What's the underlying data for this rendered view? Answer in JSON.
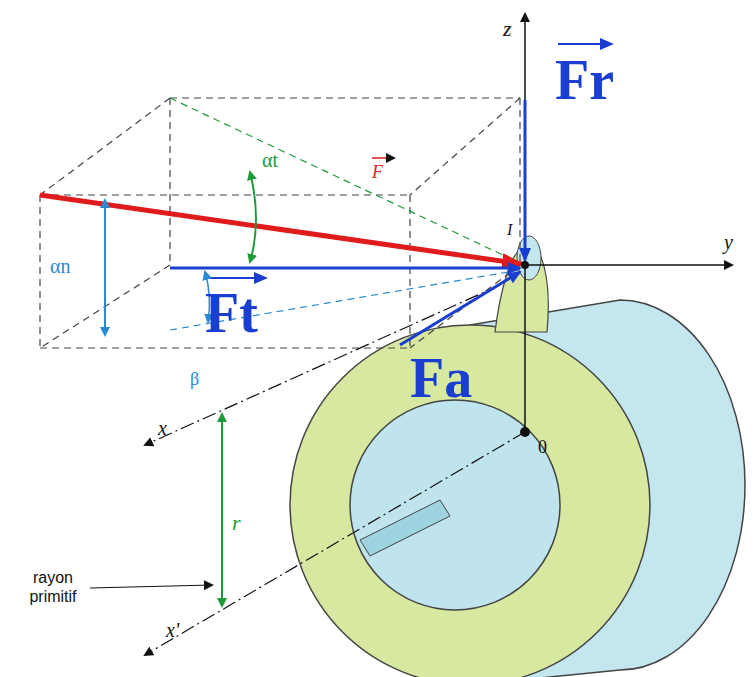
{
  "diagram": {
    "labels": [
      "z",
      "Fr",
      "αt",
      "F",
      "I",
      "y",
      "αn",
      "Ft",
      "β",
      "Fa",
      "x",
      "0",
      "rayon primitif",
      "r",
      "x'"
    ]
  }
}
